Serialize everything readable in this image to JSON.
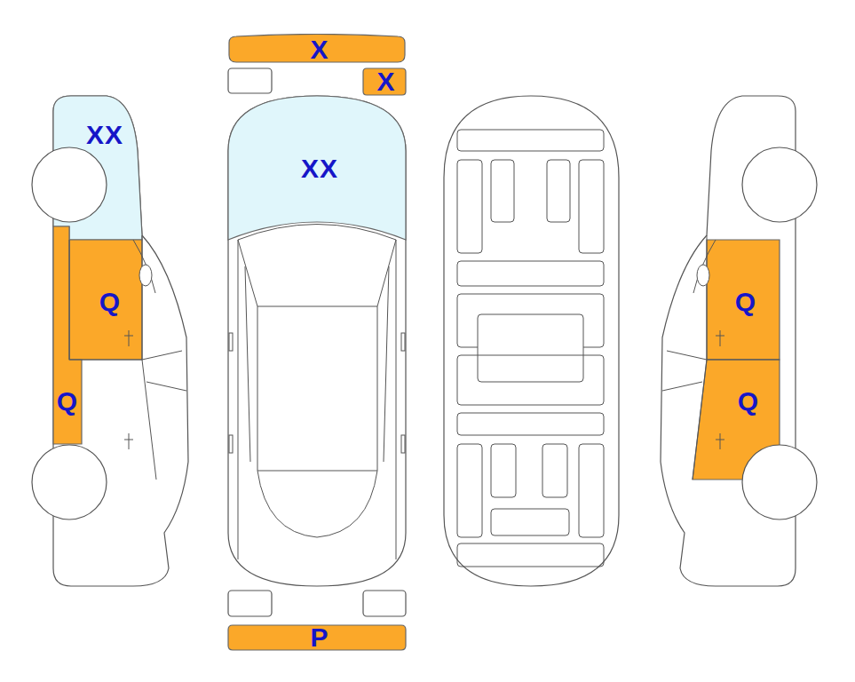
{
  "diagram": {
    "nodes": [
      {
        "text": [
          "X"
        ]
      },
      {
        "text": [
          "X"
        ]
      },
      {
        "text": [
          "XX"
        ]
      },
      {
        "text": [
          "XX"
        ]
      },
      {
        "text": [
          "Q"
        ]
      },
      {
        "text": [
          "Q"
        ]
      },
      {
        "text": [
          "Q"
        ]
      },
      {
        "text": [
          "Q"
        ]
      },
      {
        "text": [
          "P"
        ]
      }
    ],
    "edges": []
  }
}
